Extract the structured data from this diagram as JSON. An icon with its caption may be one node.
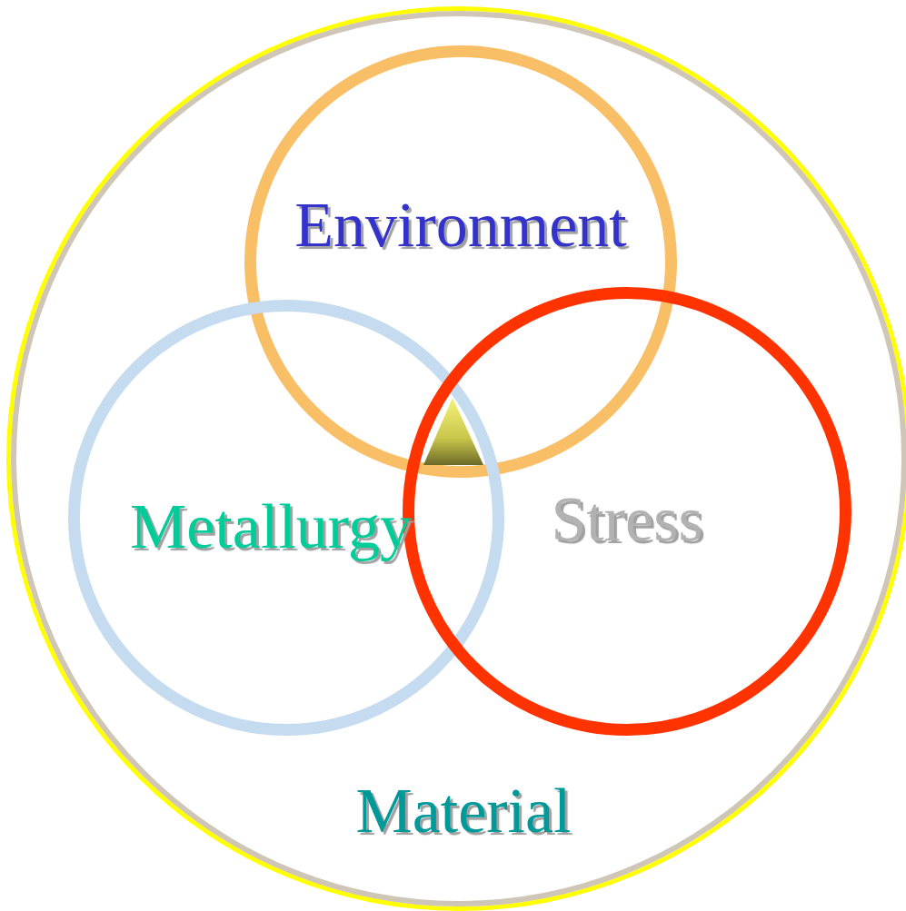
{
  "diagram": {
    "nodes": [
      {
        "text": [
          "Material"
        ]
      },
      {
        "text": [
          "Environment"
        ],
        "in": 0
      },
      {
        "text": [
          "Metallurgy"
        ],
        "in": 0
      },
      {
        "text": [
          "Stress"
        ],
        "in": 0
      },
      {
        "text": [],
        "shape": "triangle"
      }
    ]
  }
}
